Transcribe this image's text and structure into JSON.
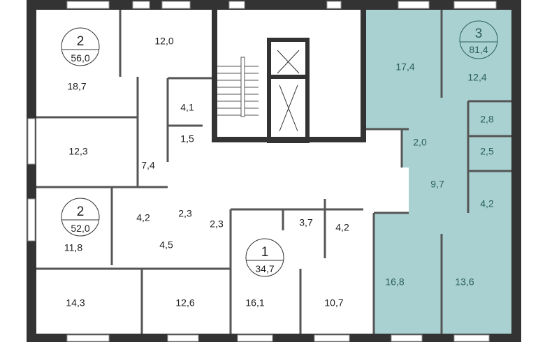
{
  "plan": {
    "highlight_color": "#a9d1d1",
    "wall_color": "#333333",
    "apartments": [
      {
        "rooms": "2",
        "total_area": "56,0",
        "highlighted": false,
        "room_areas": [
          "12,0",
          "18,7",
          "4,1",
          "1,5",
          "12,3",
          "7,4"
        ]
      },
      {
        "rooms": "2",
        "total_area": "52,0",
        "highlighted": false,
        "room_areas": [
          "4,2",
          "2,3",
          "2,3",
          "11,8",
          "4,5",
          "14,3",
          "12,6"
        ]
      },
      {
        "rooms": "1",
        "total_area": "34,7",
        "highlighted": false,
        "room_areas": [
          "3,7",
          "4,2",
          "16,1",
          "10,7"
        ]
      },
      {
        "rooms": "3",
        "total_area": "81,4",
        "highlighted": true,
        "room_areas": [
          "17,4",
          "12,4",
          "2,8",
          "2,0",
          "2,5",
          "9,7",
          "4,2",
          "16,8",
          "13,6"
        ]
      }
    ]
  }
}
